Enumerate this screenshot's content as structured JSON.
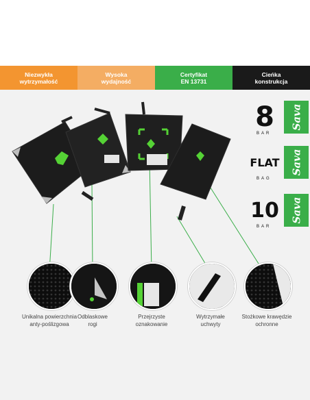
{
  "banner": {
    "items": [
      {
        "line1": "Niezwykła",
        "line2": "wytrzymałość",
        "color": "#f39530"
      },
      {
        "line1": "Wysoka",
        "line2": "wydajność",
        "color": "#f4ad63"
      },
      {
        "line1": "Certyfikat",
        "line2": "EN 13731",
        "color": "#3aae49"
      },
      {
        "line1": "Cieńka",
        "line2": "konstrukcja",
        "color": "#1a1a1a"
      }
    ]
  },
  "products": [
    {
      "big": "8",
      "unit": "BAR",
      "logo": "Sava"
    },
    {
      "big": "FLAT",
      "unit": "BAG",
      "logo": "Sava"
    },
    {
      "big": "10",
      "unit": "BAR",
      "logo": "Sava"
    }
  ],
  "features": [
    {
      "line1": "Unikalna powierzchnia",
      "line2": "anty-poślizgowa",
      "icon": "anti-slip-texture"
    },
    {
      "line1": "Odblaskowe",
      "line2": "rogi",
      "icon": "reflective-corner"
    },
    {
      "line1": "Przejrzyste",
      "line2": "oznakowanie",
      "icon": "label-marking"
    },
    {
      "line1": "Wytrzymałe",
      "line2": "uchwyty",
      "icon": "handle"
    },
    {
      "line1": "Stożkowe krawędzie",
      "line2": "ochronne",
      "icon": "beveled-edge"
    }
  ],
  "colors": {
    "accent": "#3aae49",
    "dark": "#1a1a1a",
    "orange": "#f39530"
  }
}
